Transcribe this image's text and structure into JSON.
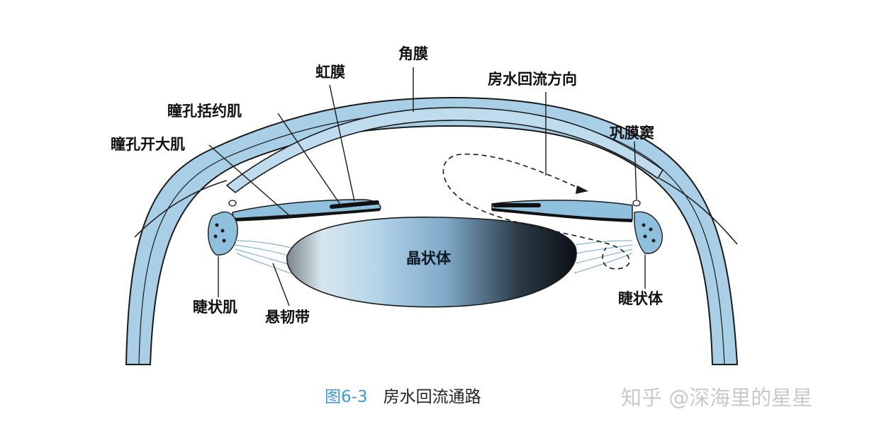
{
  "labels": {
    "cornea": "角膜",
    "iris": "虹膜",
    "aqueous_flow_direction": "房水回流方向",
    "sphincter_pupillae": "瞳孔括约肌",
    "dilator_pupillae": "瞳孔开大肌",
    "scleral_sinus": "巩膜窦",
    "lens": "晶状体",
    "ciliary_muscle": "睫状肌",
    "zonule": "悬韧带",
    "ciliary_body": "睫状体"
  },
  "caption": {
    "figure_number": "图6-3",
    "title": "房水回流通路"
  },
  "watermark": "知乎 @深海里的星星",
  "colors": {
    "tissue_fill": "#a9cfe6",
    "outline": "#1a1a1a",
    "caption_accent": "#3a9bd5"
  }
}
